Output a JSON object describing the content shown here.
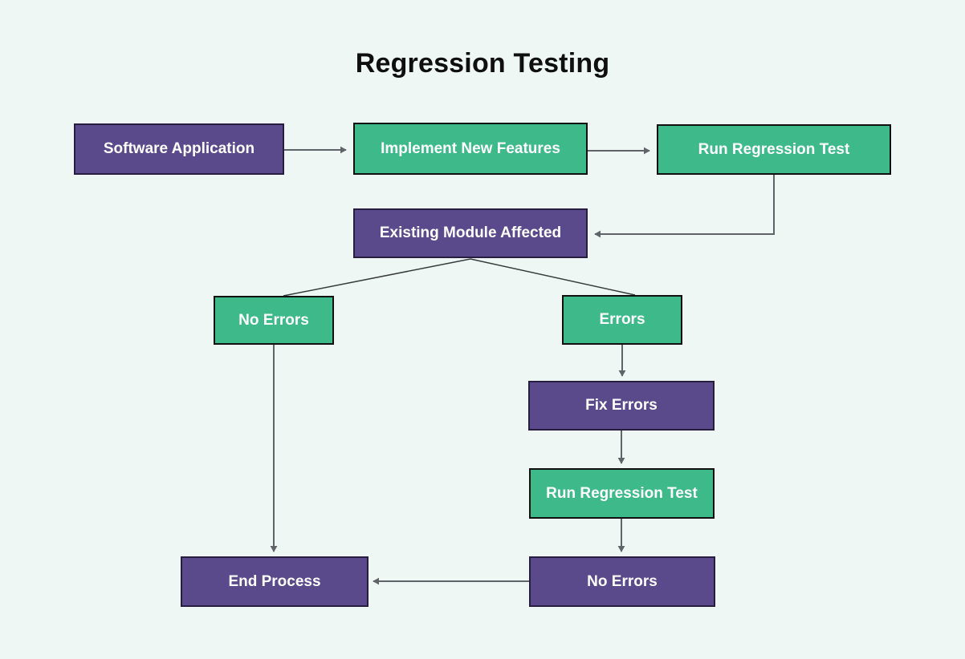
{
  "title": "Regression Testing",
  "colors": {
    "background": "#eef7f3",
    "node_purple": "#5a4a8c",
    "node_purple_border": "#261d40",
    "node_green": "#3eba8a",
    "node_green_border": "#101010",
    "node_text": "#ffffff",
    "connector": "#606468",
    "branch_line": "#383b3e",
    "title_text": "#0f0f10"
  },
  "nodes": [
    {
      "id": "software-application",
      "label": "Software Application",
      "color": "purple"
    },
    {
      "id": "implement-new-features",
      "label": "Implement New Features",
      "color": "green"
    },
    {
      "id": "run-regression-test-1",
      "label": "Run Regression Test",
      "color": "green"
    },
    {
      "id": "existing-module-affected",
      "label": "Existing Module Affected",
      "color": "purple"
    },
    {
      "id": "no-errors-left",
      "label": "No Errors",
      "color": "green"
    },
    {
      "id": "errors",
      "label": "Errors",
      "color": "green"
    },
    {
      "id": "fix-errors",
      "label": "Fix Errors",
      "color": "purple"
    },
    {
      "id": "run-regression-test-2",
      "label": "Run Regression Test",
      "color": "green"
    },
    {
      "id": "no-errors-bottom",
      "label": "No Errors",
      "color": "purple"
    },
    {
      "id": "end-process",
      "label": "End Process",
      "color": "purple"
    }
  ],
  "edges": [
    {
      "from": "software-application",
      "to": "implement-new-features",
      "arrow": true
    },
    {
      "from": "implement-new-features",
      "to": "run-regression-test-1",
      "arrow": true
    },
    {
      "from": "run-regression-test-1",
      "to": "existing-module-affected",
      "arrow": true
    },
    {
      "from": "existing-module-affected",
      "to": "no-errors-left",
      "arrow": false
    },
    {
      "from": "existing-module-affected",
      "to": "errors",
      "arrow": false
    },
    {
      "from": "errors",
      "to": "fix-errors",
      "arrow": true
    },
    {
      "from": "fix-errors",
      "to": "run-regression-test-2",
      "arrow": true
    },
    {
      "from": "run-regression-test-2",
      "to": "no-errors-bottom",
      "arrow": true
    },
    {
      "from": "no-errors-bottom",
      "to": "end-process",
      "arrow": true
    },
    {
      "from": "no-errors-left",
      "to": "end-process",
      "arrow": true
    }
  ]
}
